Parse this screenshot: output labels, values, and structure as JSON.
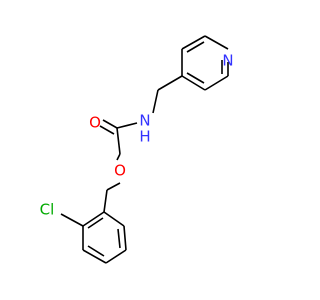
{
  "molecule": {
    "atoms": {
      "n_ring": {
        "label": "N",
        "color": "#3333ff"
      },
      "o_carbonyl": {
        "label": "O",
        "color": "#ff0000"
      },
      "n_amide": {
        "label": "N",
        "color": "#3333ff"
      },
      "h_amide": {
        "label": "H",
        "color": "#3333ff"
      },
      "o_ether": {
        "label": "O",
        "color": "#ff0000"
      },
      "cl": {
        "label": "Cl",
        "color": "#00aa00"
      }
    },
    "bond_color": "#000000",
    "background": "#ffffff"
  }
}
